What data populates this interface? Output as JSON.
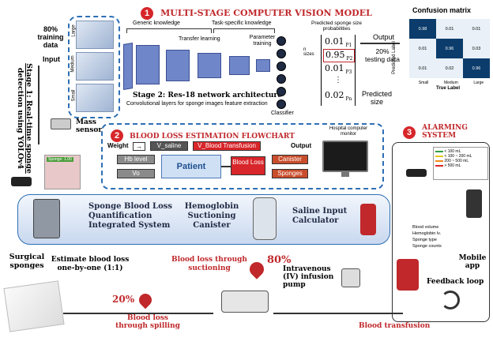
{
  "model": {
    "title": "MULTI-STAGE COMPUTER VISION MODEL",
    "number": "1",
    "generic": "Generic knowledge",
    "task": "Task-specific knowledge",
    "transfer": "Transfer learning",
    "param": "Parameter training",
    "stage2": "Stage 2: Res-18 network architecture",
    "conv": "Convolutional layers for sponge images feature extraction",
    "classifier": "Classifier",
    "n_sizes": "n sizes",
    "pred_prob": "Predicted sponge size probabilities",
    "probs": [
      "0.01",
      "0.95",
      "0.01",
      "⋮",
      "0.02"
    ],
    "plabels": [
      "P1",
      "P2",
      "P3",
      "",
      "Pn"
    ],
    "output": "Output",
    "testing": "20% testing data",
    "pred_size": "Predicted size",
    "sizes": [
      "Large",
      "Medium",
      "Small"
    ]
  },
  "training": {
    "line1": "80%",
    "line2": "training",
    "line3": "data",
    "input": "Input"
  },
  "stage1": {
    "line1": "Stage 1: Real-time sponge",
    "line2": "detection using YOLOv4"
  },
  "mass_sensor": {
    "line1": "Mass",
    "line2": "sensor"
  },
  "confusion": {
    "title": "Confusion matrix",
    "ylabel": "Predicted Label",
    "xlabel": "True Label",
    "rows": [
      [
        "0.98",
        "0.01",
        "0.01"
      ],
      [
        "0.01",
        "0.96",
        "0.03"
      ],
      [
        "0.01",
        "0.02",
        "0.96"
      ]
    ],
    "ticks": [
      "Small",
      "Medium",
      "Large"
    ]
  },
  "flowchart": {
    "number": "2",
    "title": "BLOOD LOSS ESTIMATION FLOWCHART",
    "weight": "Weight",
    "v_saline": "V_saline",
    "v_blood": "V_Blood Transfusion",
    "hb": "Hb level",
    "vo": "Vo",
    "patient": "Patient",
    "blood_loss": "Blood Loss",
    "canister": "Canister",
    "sponges": "Sponges",
    "output": "Output",
    "hospital": "Hospital computer monitor",
    "detection_tag": "Sponge: 1.00"
  },
  "alarm": {
    "number": "3",
    "title": "ALARMING SYSTEM",
    "legend": [
      "< 100 mL",
      "< 100 ~ 200 mL",
      "200 ~ 500 mL",
      "> 500 mL"
    ],
    "legend_colors": [
      "#2e9e3e",
      "#e8c51e",
      "#f08a1c",
      "#d8262a"
    ],
    "app_items": [
      "Blood volume",
      "Hemoglobin lv.",
      "Sponge type",
      "Sponge counts"
    ],
    "mobile": "Mobile app",
    "feedback": "Feedback loop"
  },
  "system": {
    "sponge1": "Sponge Blood Loss",
    "sponge2": "Quantification",
    "sponge3": "Integrated System",
    "hemo1": "Hemoglobin",
    "hemo2": "Suctioning",
    "hemo3": "Canister",
    "saline1": "Saline Input",
    "saline2": "Calculator"
  },
  "bottom": {
    "surgical1": "Surgical",
    "surgical2": "sponges",
    "estimate1": "Estimate blood loss",
    "estimate2": "one-by-one (1:1)",
    "suction1": "Blood loss through",
    "suction2": "suctioning",
    "pct80": "80%",
    "iv1": "Intravenous",
    "iv2": "(IV) infusion",
    "iv3": "pump",
    "pct20": "20%",
    "spill1": "Blood loss",
    "spill2": "through spilling",
    "transfusion": "Blood transfusion"
  },
  "colors": {
    "red": "#c0282b",
    "blue": "#2d6fb5",
    "navy": "#1f2a44",
    "cm_dark": "#0b3c6b",
    "cm_light": "#e9f0f7"
  }
}
